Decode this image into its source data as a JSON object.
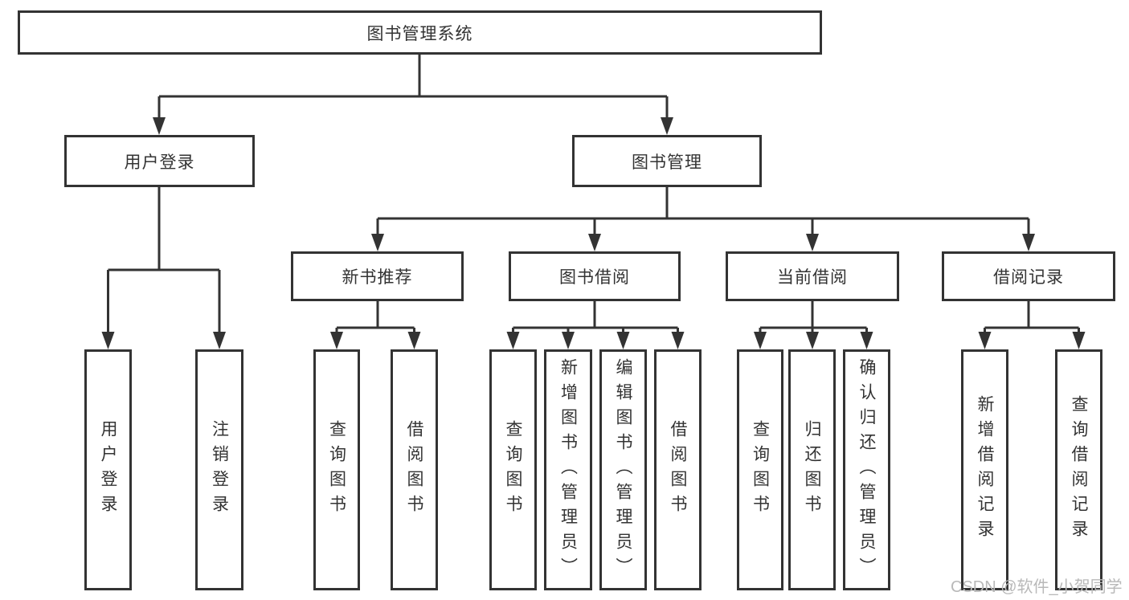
{
  "diagram": {
    "root": "图书管理系统",
    "branches": [
      {
        "label": "用户登录",
        "leaves": [
          "用户登录",
          "注销登录"
        ]
      },
      {
        "label": "图书管理",
        "sections": [
          {
            "label": "新书推荐",
            "leaves": [
              "查询图书",
              "借阅图书"
            ]
          },
          {
            "label": "图书借阅",
            "leaves": [
              "查询图书",
              "新增图书（管理员）",
              "编辑图书（管理员）",
              "借阅图书"
            ]
          },
          {
            "label": "当前借阅",
            "leaves": [
              "查询图书",
              "归还图书",
              "确认归还（管理员）"
            ]
          },
          {
            "label": "借阅记录",
            "leaves": [
              "新增借阅记录",
              "查询借阅记录"
            ]
          }
        ]
      }
    ]
  },
  "watermark": "CSDN @软件_小贺同学",
  "colors": {
    "line": "#333333",
    "text": "#333333",
    "watermark": "#b9b9b9",
    "background": "#ffffff"
  }
}
